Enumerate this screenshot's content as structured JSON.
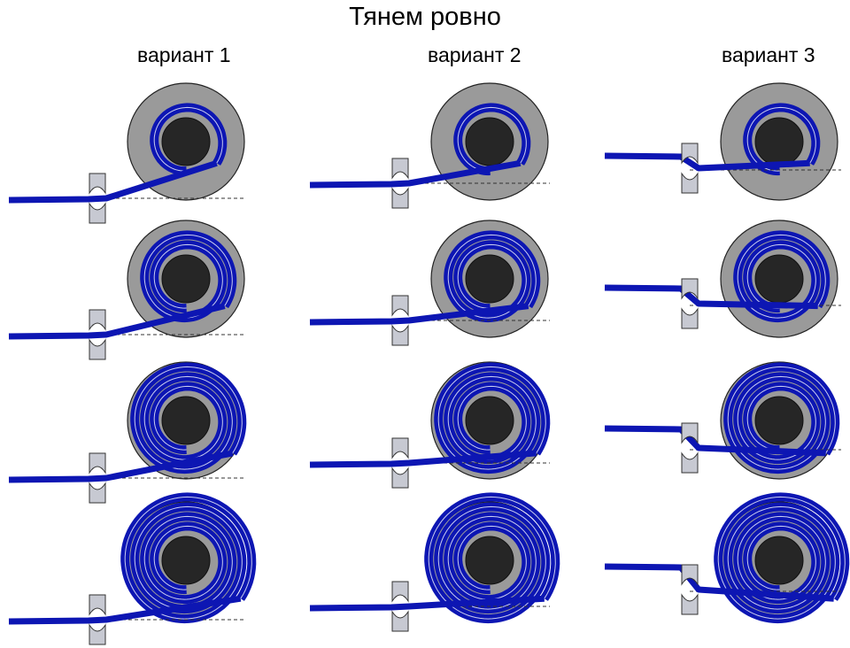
{
  "title": "Тянем ровно",
  "variants": [
    {
      "label": "вариант 1"
    },
    {
      "label": "вариант 2"
    },
    {
      "label": "вариант 3"
    }
  ],
  "colors": {
    "spool": "#9a9a9a",
    "core": "#262626",
    "tape": "#0d16b3",
    "roller": "#c7c9d2",
    "guide_line": "#333333"
  },
  "rows": 4,
  "layer_counts": [
    1,
    2,
    3,
    4
  ]
}
